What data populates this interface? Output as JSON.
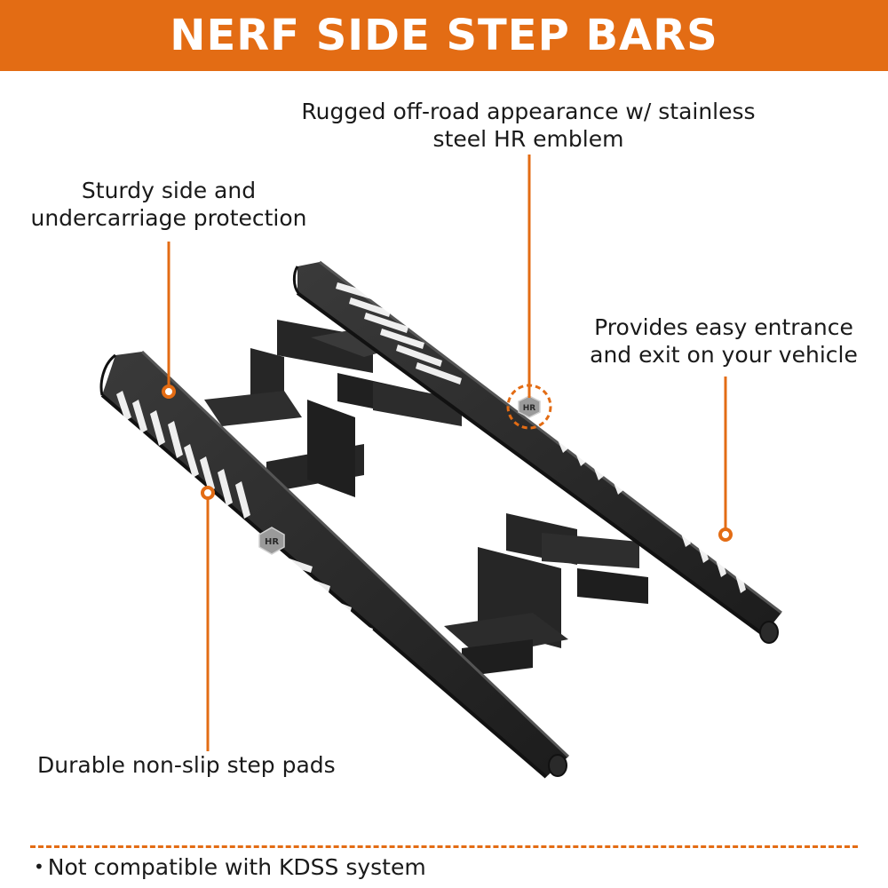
{
  "header": {
    "title": "NERF SIDE STEP BARS",
    "colors": {
      "banner": "#e36c14",
      "text": "#ffffff"
    }
  },
  "callouts": {
    "emblem": {
      "line1": "Rugged off-road appearance w/ stainless",
      "line2": "steel HR emblem"
    },
    "protection": {
      "line1": "Sturdy side and",
      "line2": "undercarriage protection"
    },
    "entrance": {
      "line1": "Provides easy entrance",
      "line2": "and exit on your vehicle"
    },
    "step_pads": {
      "line1": "Durable non-slip step pads"
    }
  },
  "footer": {
    "bullet": "•",
    "note": "Not compatible with KDSS system"
  },
  "accent_color": "#e36c14",
  "icons": [
    "hr-emblem-icon",
    "callout-dot-icon"
  ]
}
